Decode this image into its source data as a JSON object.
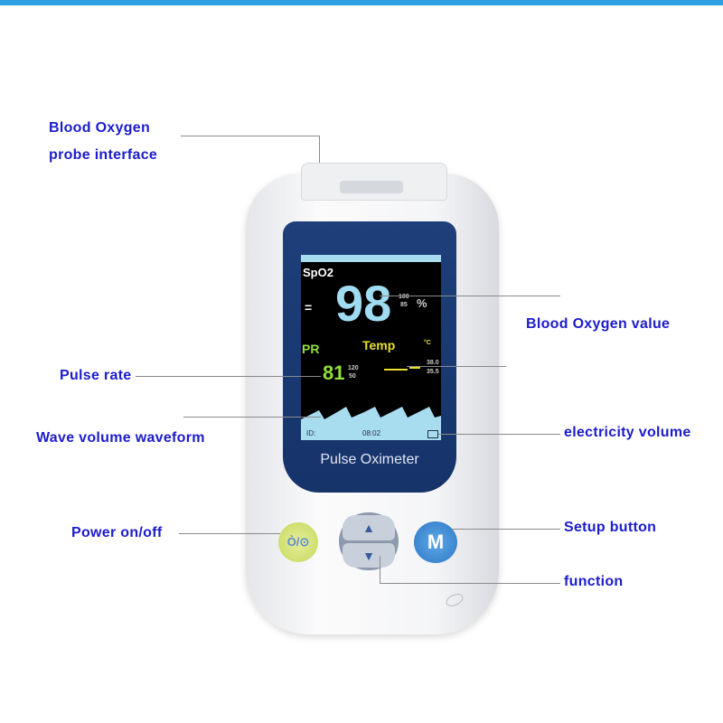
{
  "labels": {
    "probe_line1": "Blood Oxygen",
    "probe_line2": "probe interface",
    "spo2_value": "Blood Oxygen value",
    "pulse_rate": "Pulse rate",
    "waveform": "Wave volume waveform",
    "battery": "electricity volume",
    "power": "Power on/off",
    "setup": "Setup button",
    "function": "function"
  },
  "screen": {
    "spo2_label": "SpO2",
    "eq": "=",
    "spo2": "98",
    "spo2_hi": "100",
    "spo2_lo": "85",
    "percent": "%",
    "pr_label": "PR",
    "pr": "81",
    "pr_hi": "120",
    "pr_lo": "50",
    "temp_label": "Temp",
    "temp_unit": "°C",
    "temp_hi": "38.0",
    "temp_lo": "35.5",
    "id": "ID:",
    "time": "08:02"
  },
  "device": {
    "brand": "Pulse Oximeter",
    "setup_key": "M",
    "power_key": "Ò/⊙"
  },
  "colors": {
    "label": "#1c1ccc",
    "spo2": "#9fdcf2",
    "pr": "#8fe03a",
    "temp": "#e8e030"
  }
}
